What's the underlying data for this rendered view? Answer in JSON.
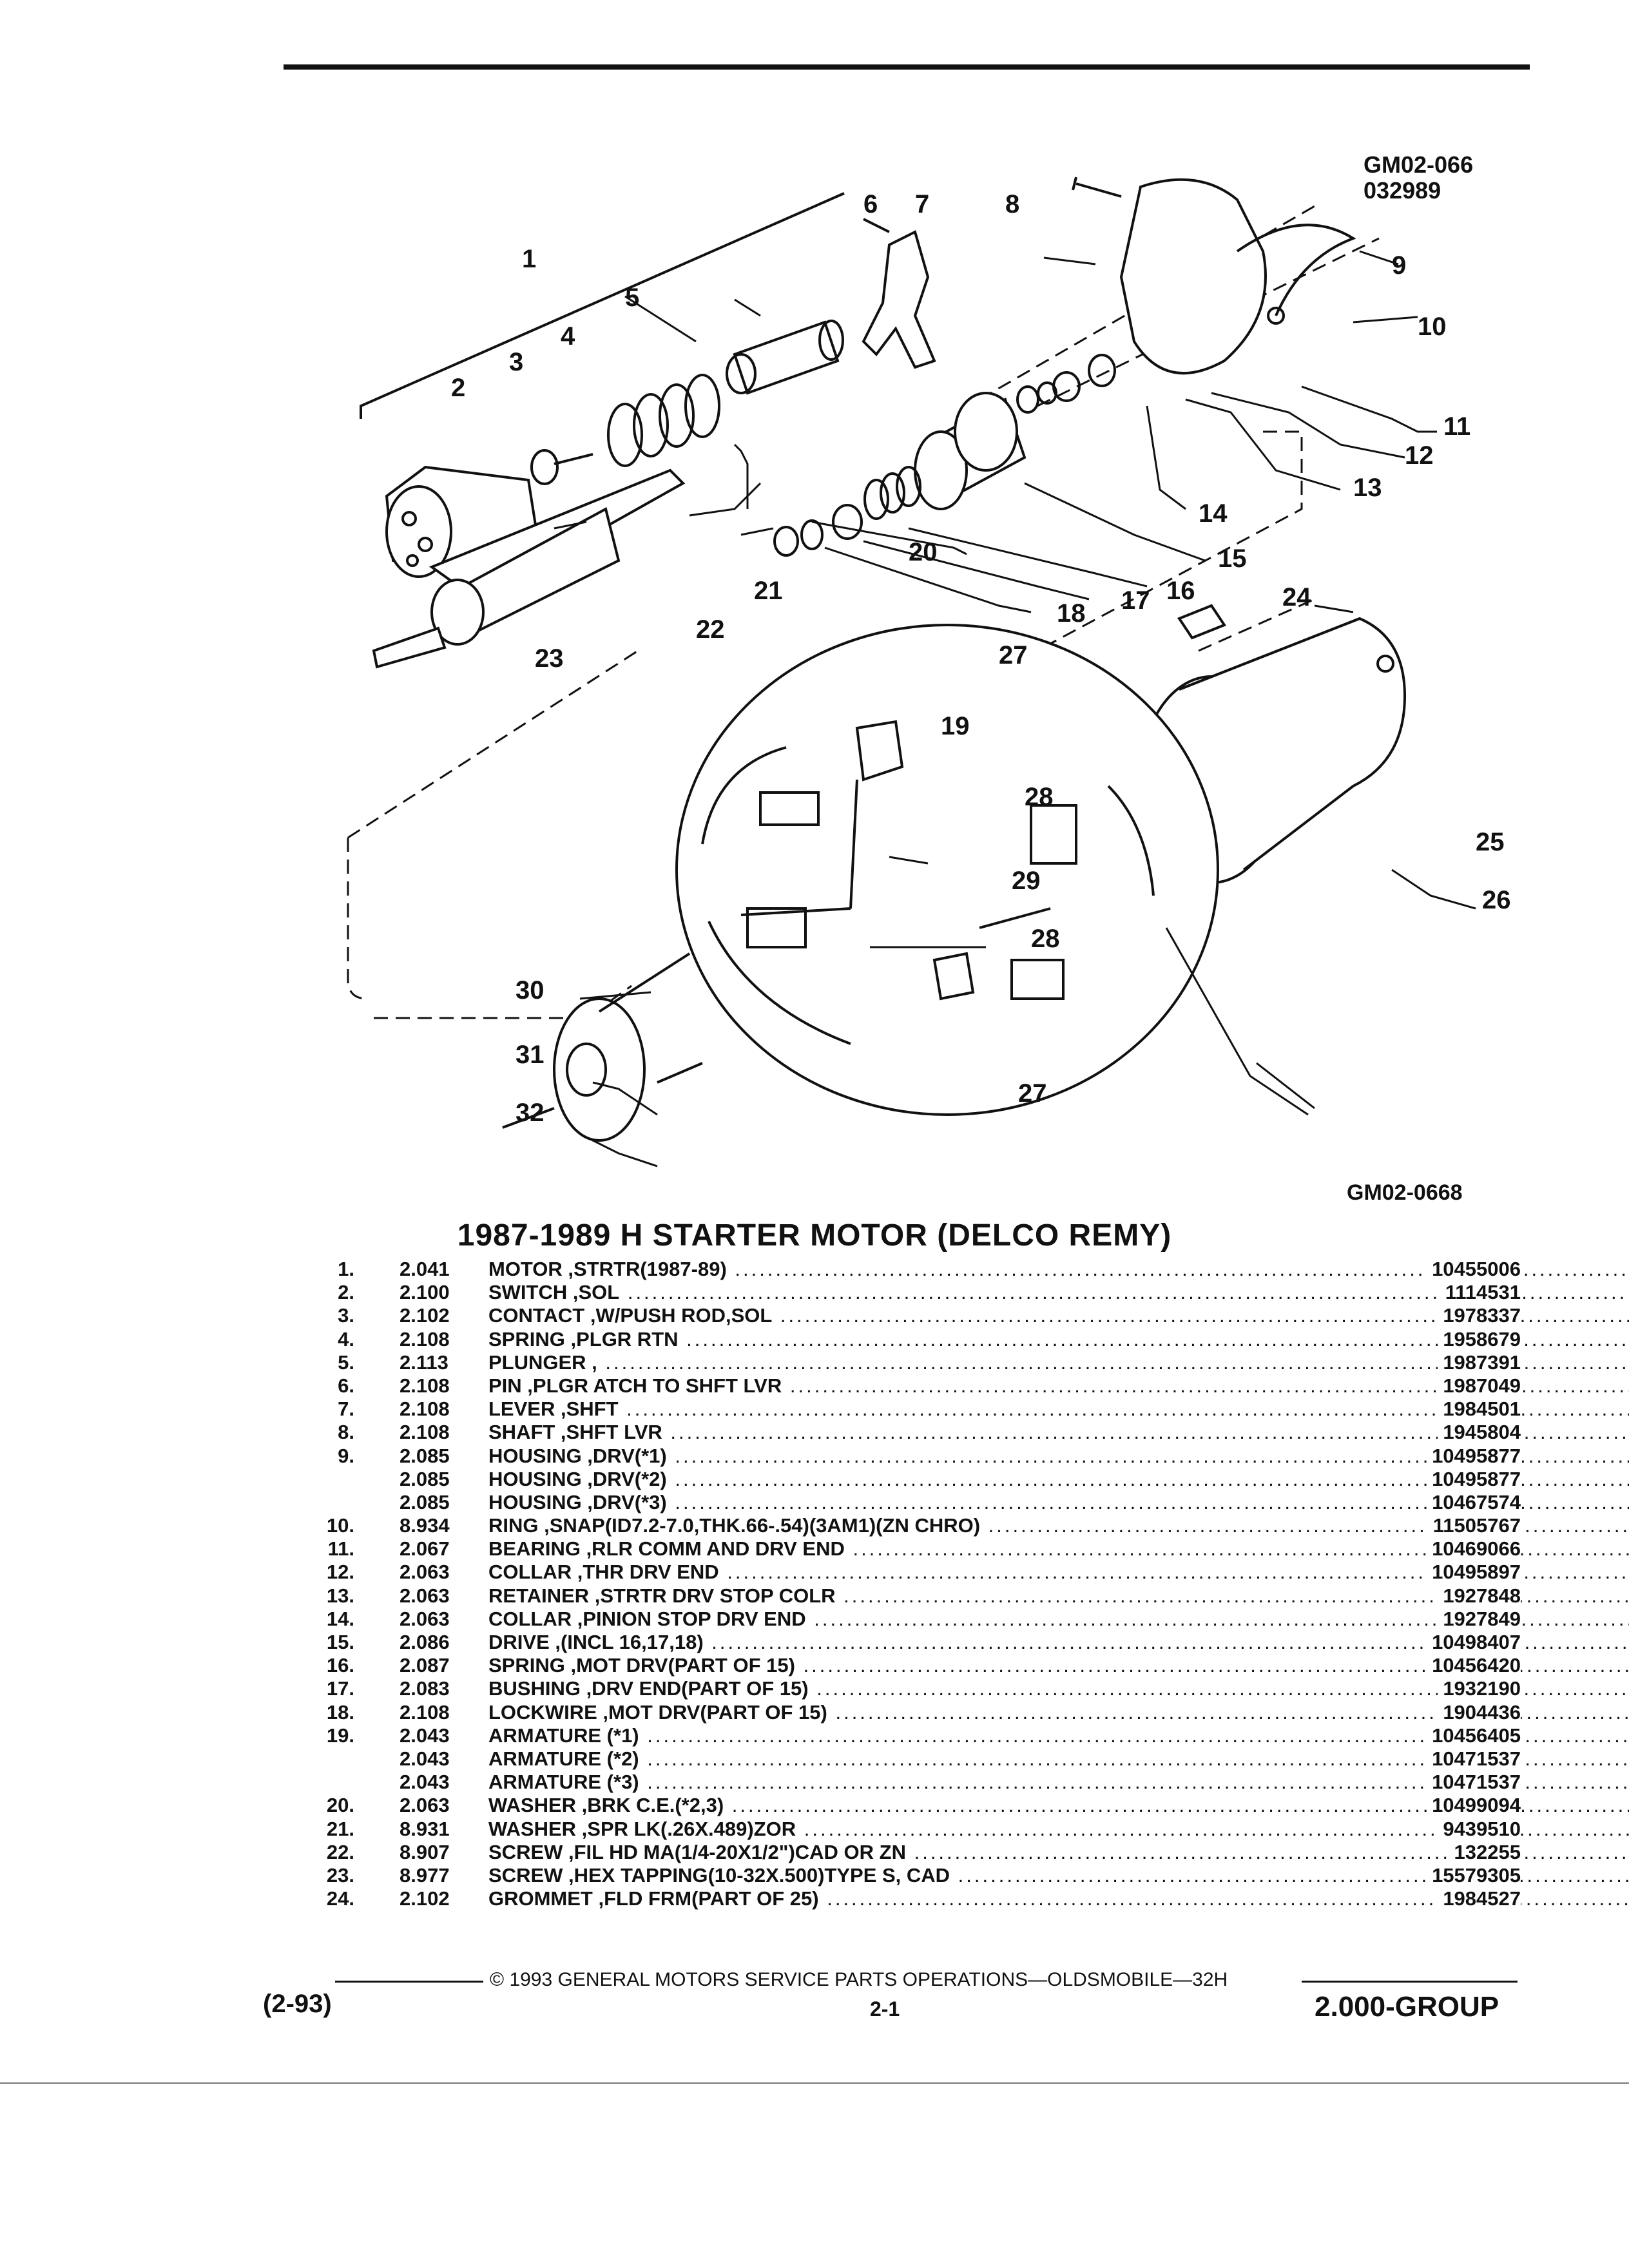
{
  "header": {
    "ref_code_1": "GM02-066",
    "ref_code_2": "032989"
  },
  "diagram": {
    "figure_code": "GM02-0668",
    "callouts": [
      "1",
      "2",
      "3",
      "4",
      "5",
      "6",
      "7",
      "8",
      "9",
      "10",
      "11",
      "12",
      "13",
      "14",
      "15",
      "16",
      "17",
      "18",
      "19",
      "20",
      "21",
      "22",
      "23",
      "24",
      "25",
      "26",
      "27",
      "27",
      "28",
      "28",
      "29",
      "30",
      "31",
      "32"
    ]
  },
  "title": "1987-1989 H STARTER MOTOR (DELCO REMY)",
  "parts": [
    {
      "num": "1.",
      "grp": "2.041",
      "desc": "MOTOR ,STRTR(1987-89)",
      "pn": "10455006"
    },
    {
      "num": "2.",
      "grp": "2.100",
      "desc": "SWITCH ,SOL",
      "pn": "1114531"
    },
    {
      "num": "3.",
      "grp": "2.102",
      "desc": "CONTACT ,W/PUSH ROD,SOL",
      "pn": "1978337"
    },
    {
      "num": "4.",
      "grp": "2.108",
      "desc": "SPRING ,PLGR RTN",
      "pn": "1958679"
    },
    {
      "num": "5.",
      "grp": "2.113",
      "desc": "PLUNGER ,",
      "pn": "1987391"
    },
    {
      "num": "6.",
      "grp": "2.108",
      "desc": "PIN ,PLGR ATCH TO SHFT LVR",
      "pn": "1987049"
    },
    {
      "num": "7.",
      "grp": "2.108",
      "desc": "LEVER ,SHFT",
      "pn": "1984501"
    },
    {
      "num": "8.",
      "grp": "2.108",
      "desc": "SHAFT ,SHFT LVR",
      "pn": "1945804"
    },
    {
      "num": "9.",
      "grp": "2.085",
      "desc": "HOUSING ,DRV(*1)",
      "pn": "10495877"
    },
    {
      "num": "",
      "grp": "2.085",
      "desc": "HOUSING ,DRV(*2)",
      "pn": "10495877"
    },
    {
      "num": "",
      "grp": "2.085",
      "desc": "HOUSING ,DRV(*3)",
      "pn": "10467574"
    },
    {
      "num": "10.",
      "grp": "8.934",
      "desc": "RING ,SNAP(ID7.2-7.0,THK.66-.54)(3AM1)(ZN CHRO)",
      "pn": "11505767"
    },
    {
      "num": "11.",
      "grp": "2.067",
      "desc": "BEARING ,RLR COMM AND DRV END",
      "pn": "10469066"
    },
    {
      "num": "12.",
      "grp": "2.063",
      "desc": "COLLAR ,THR DRV END",
      "pn": "10495897"
    },
    {
      "num": "13.",
      "grp": "2.063",
      "desc": "RETAINER ,STRTR DRV STOP COLR",
      "pn": "1927848"
    },
    {
      "num": "14.",
      "grp": "2.063",
      "desc": "COLLAR ,PINION STOP DRV END",
      "pn": "1927849"
    },
    {
      "num": "15.",
      "grp": "2.086",
      "desc": "DRIVE ,(INCL 16,17,18)",
      "pn": "10498407"
    },
    {
      "num": "16.",
      "grp": "2.087",
      "desc": "SPRING ,MOT DRV(PART OF 15)",
      "pn": "10456420"
    },
    {
      "num": "17.",
      "grp": "2.083",
      "desc": "BUSHING ,DRV END(PART OF 15)",
      "pn": "1932190"
    },
    {
      "num": "18.",
      "grp": "2.108",
      "desc": "LOCKWIRE ,MOT DRV(PART OF 15)",
      "pn": "1904436"
    },
    {
      "num": "19.",
      "grp": "2.043",
      "desc": "ARMATURE (*1)",
      "pn": "10456405"
    },
    {
      "num": "",
      "grp": "2.043",
      "desc": "ARMATURE (*2)",
      "pn": "10471537"
    },
    {
      "num": "",
      "grp": "2.043",
      "desc": "ARMATURE (*3)",
      "pn": "10471537"
    },
    {
      "num": "20.",
      "grp": "2.063",
      "desc": "WASHER ,BRK C.E.(*2,3)",
      "pn": "10499094"
    },
    {
      "num": "21.",
      "grp": "8.931",
      "desc": "WASHER ,SPR LK(.26X.489)ZOR",
      "pn": "9439510"
    },
    {
      "num": "22.",
      "grp": "8.907",
      "desc": "SCREW ,FIL HD MA(1/4-20X1/2\")CAD OR ZN",
      "pn": "132255"
    },
    {
      "num": "23.",
      "grp": "8.977",
      "desc": "SCREW ,HEX TAPPING(10-32X.500)TYPE S, CAD",
      "pn": "15579305"
    },
    {
      "num": "24.",
      "grp": "2.102",
      "desc": "GROMMET ,FLD FRM(PART OF 25)",
      "pn": "1984527"
    }
  ],
  "footer": {
    "copyright": "© 1993 GENERAL MOTORS SERVICE PARTS OPERATIONS—OLDSMOBILE—32H",
    "revision": "(2-93)",
    "page": "2-1",
    "group": "2.000-GROUP"
  }
}
